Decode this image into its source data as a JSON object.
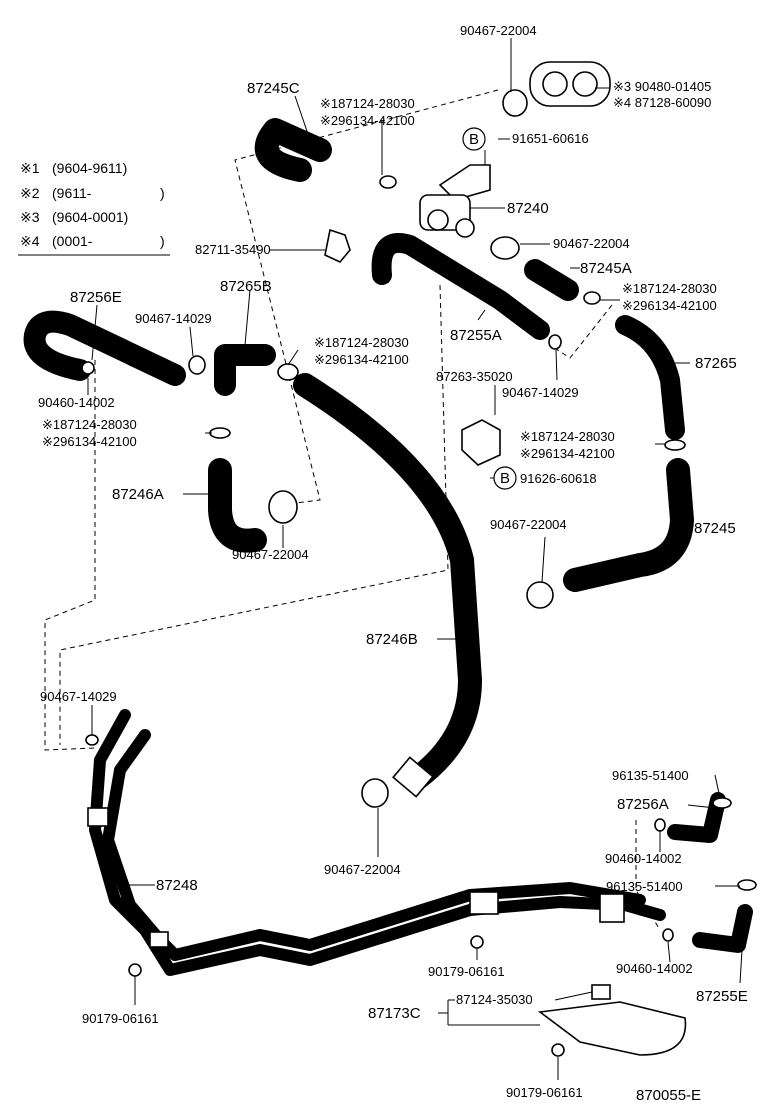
{
  "legend": [
    {
      "mark": "※1",
      "range": "(9604-9611)"
    },
    {
      "mark": "※2",
      "range": "(9611-"
    },
    {
      "mark": "※3",
      "range": "(9604-0001)"
    },
    {
      "mark": "※4",
      "range": "(0001-"
    }
  ],
  "legend_close": ")",
  "footer_code": "870055-E",
  "labels": {
    "p90467_22004_top": "90467-22004",
    "p90480_01405": "※3 90480-01405",
    "p87128_60090": "※4 87128-60090",
    "p87245C": "87245C",
    "p187124_top": "※187124-28030",
    "p296134_top": "※296134-42100",
    "p91651_60616": "91651-60616",
    "p87240": "87240",
    "p82711_35490": "82711-35490",
    "p90467_22004_mid": "90467-22004",
    "p87245A": "87245A",
    "p187124_right1": "※187124-28030",
    "p296134_right1": "※296134-42100",
    "p87256E": "87256E",
    "p87265B": "87265B",
    "p90467_14029_top": "90467-14029",
    "p187124_mid": "※187124-28030",
    "p296134_mid": "※296134-42100",
    "p87255A": "87255A",
    "p87265": "87265",
    "p87263_35020": "87263-35020",
    "p90467_14029_mid": "90467-14029",
    "p90460_14002_left": "90460-14002",
    "p187124_left": "※187124-28030",
    "p296134_left": "※296134-42100",
    "p187124_right2": "※187124-28030",
    "p296134_right2": "※296134-42100",
    "p91626_60618": "91626-60618",
    "p87246A": "87246A",
    "p87245": "87245",
    "p90467_22004_low": "90467-22004",
    "p90467_22004_right": "90467-22004",
    "p87246B": "87246B",
    "p90467_14029_low": "90467-14029",
    "p96135_51400_a": "96135-51400",
    "p87256A": "87256A",
    "p90460_14002_mid": "90460-14002",
    "p87248": "87248",
    "p90467_22004_bottom": "90467-22004",
    "p96135_51400_b": "96135-51400",
    "p90179_06161_mid": "90179-06161",
    "p90460_14002_right": "90460-14002",
    "p90179_06161_left": "90179-06161",
    "p87255E": "87255E",
    "p87173C": "87173C",
    "p87124_35030": "87124-35030",
    "p90179_06161_bottom": "90179-06161",
    "callout_b": "B"
  }
}
